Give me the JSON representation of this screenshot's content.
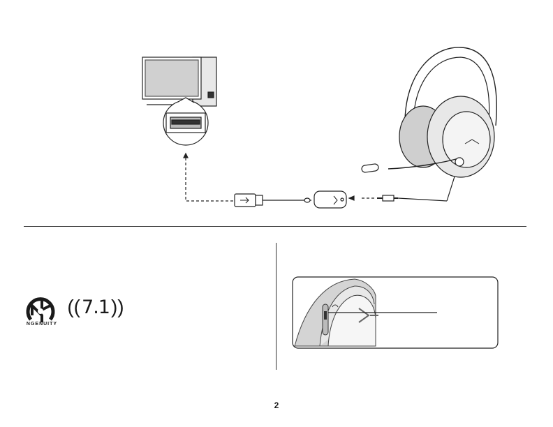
{
  "page": {
    "number": "2"
  },
  "features": {
    "software_logo_text": "NGENUITY",
    "surround": {
      "open": "((",
      "value": "7.1",
      "close": "))"
    }
  },
  "icons": {
    "usb": "usb-symbol-icon",
    "software": "ngenuity-logo-icon",
    "brand": "hyperx-logo-icon"
  }
}
